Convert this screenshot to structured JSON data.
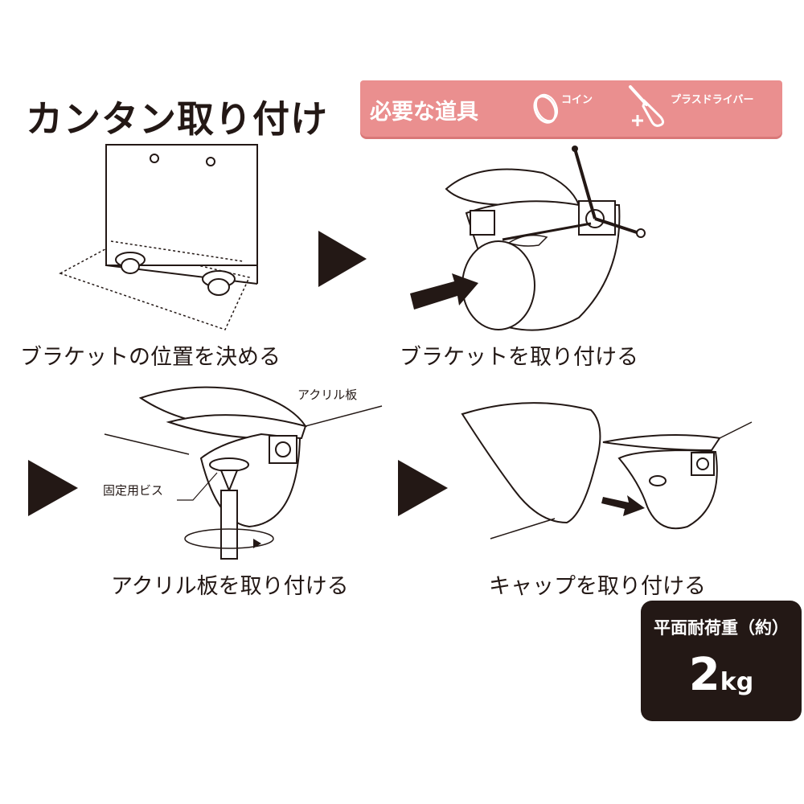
{
  "title": "カンタン取り付け",
  "tools": {
    "label": "必要な道具",
    "coin": "コイン",
    "screwdriver": "プラスドライバー"
  },
  "steps": [
    {
      "caption": "ブラケットの位置を決める"
    },
    {
      "caption": "ブラケットを取り付ける"
    },
    {
      "caption": "アクリル板を取り付ける",
      "label_panel": "アクリル板",
      "label_screw": "固定用ビス"
    },
    {
      "caption": "キャップを取り付ける"
    }
  ],
  "load": {
    "label": "平面耐荷重（約）",
    "value": "2",
    "unit": "kg"
  },
  "colors": {
    "banner": "#ea8f8f",
    "ink": "#231815",
    "badge": "#231815"
  }
}
